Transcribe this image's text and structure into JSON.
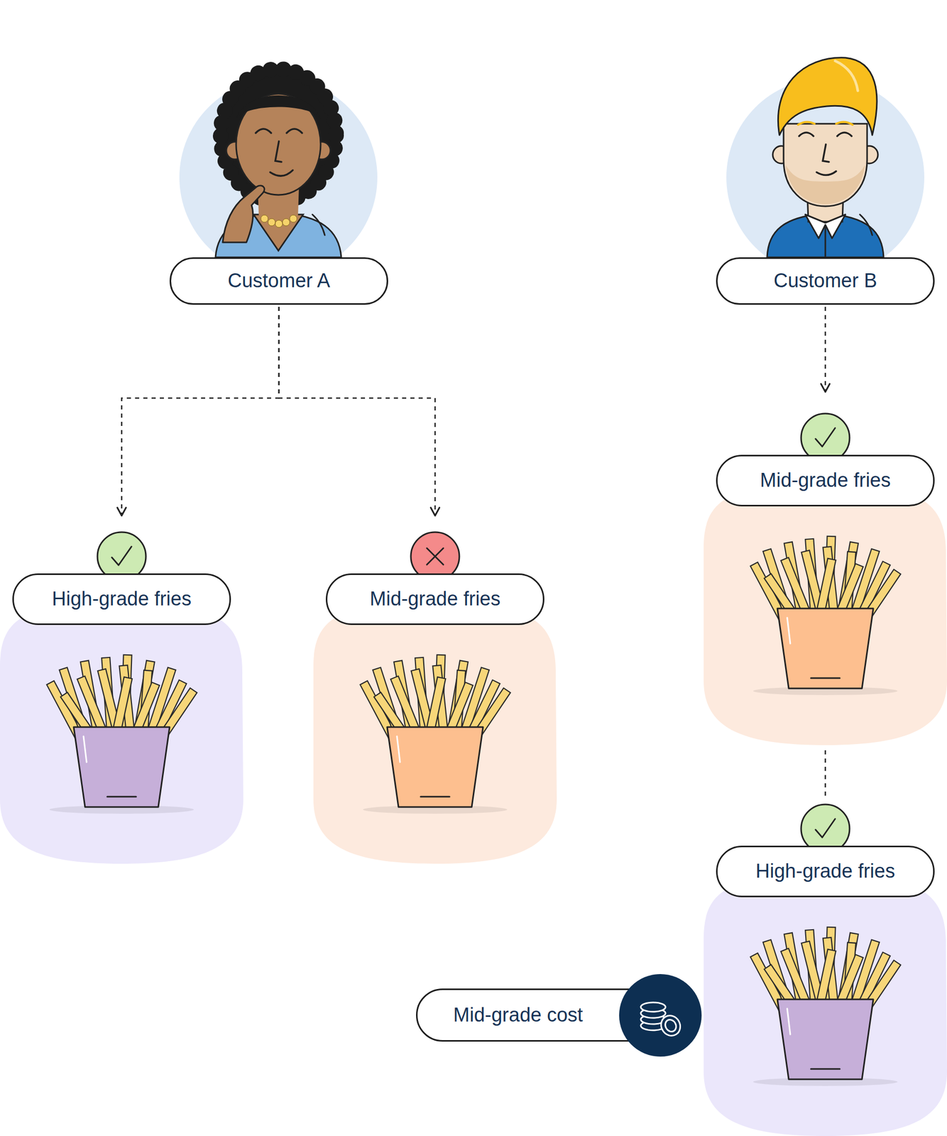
{
  "diagram": {
    "nodes": [
      {
        "text": [
          "Customer A"
        ]
      },
      {
        "text": [
          "Customer B"
        ]
      },
      {
        "text": [
          "Mid-grade fries"
        ]
      },
      {
        "text": [
          "High-grade fries"
        ]
      },
      {
        "text": [
          "Mid-grade fries"
        ]
      },
      {
        "text": [
          "High-grade fries"
        ]
      },
      {
        "text": [
          "Mid-grade cost"
        ]
      }
    ],
    "edges": [
      {
        "from": 0,
        "to": 3,
        "arrow": "to"
      },
      {
        "from": 0,
        "to": 4,
        "arrow": "to"
      },
      {
        "from": 1,
        "to": 2,
        "arrow": "to"
      },
      {
        "from": 2,
        "to": 5,
        "arrow": "none"
      }
    ]
  }
}
